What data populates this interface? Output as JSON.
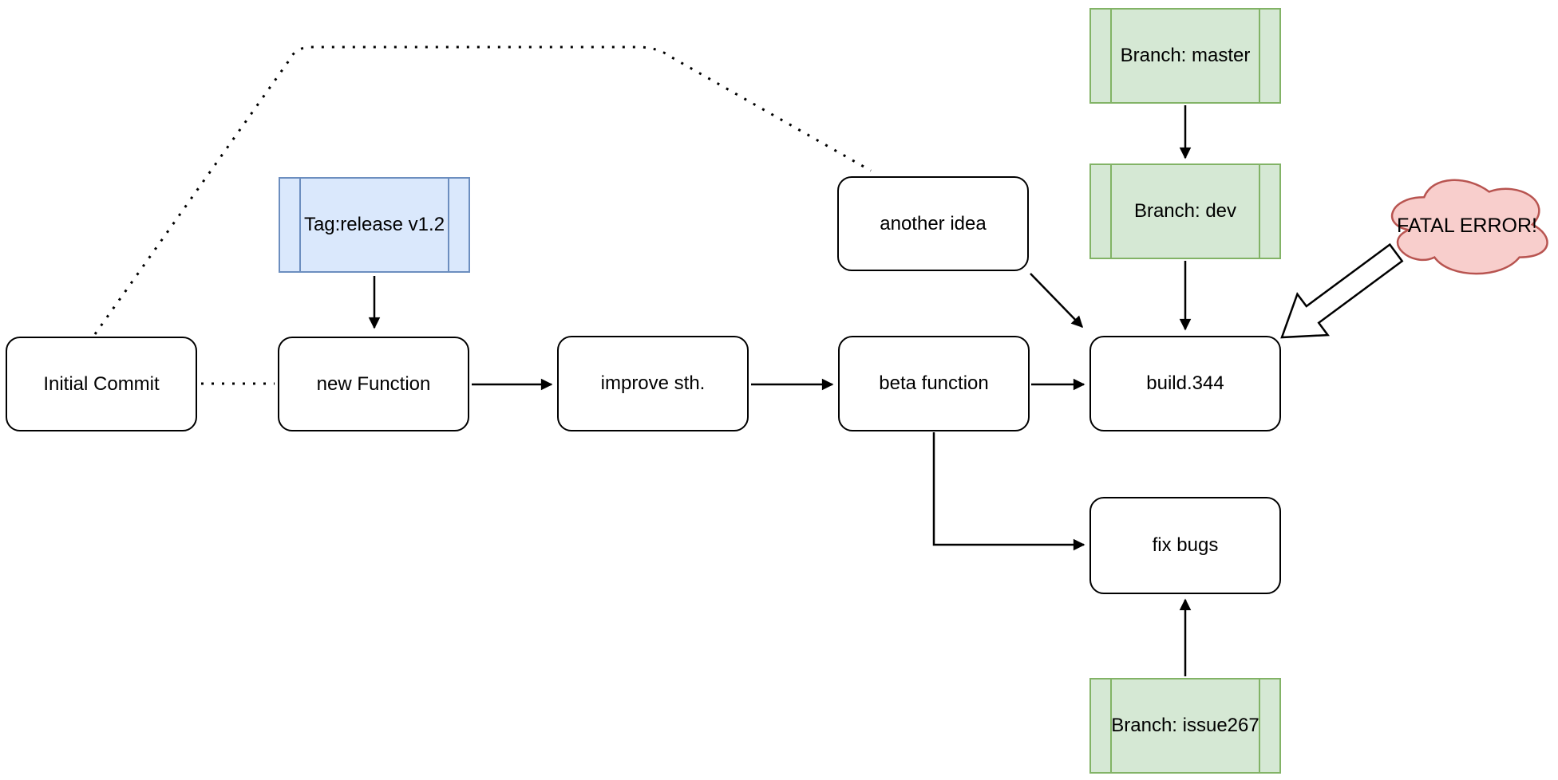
{
  "diagram": {
    "title": "git workflow diagram",
    "nodes": {
      "initial_commit": {
        "label": "Initial Commit",
        "shape": "rounded"
      },
      "tag_release": {
        "label": "Tag:release v1.2",
        "shape": "process",
        "color_role": "tag"
      },
      "new_function": {
        "label": "new Function",
        "shape": "rounded"
      },
      "improve_sth": {
        "label": "improve sth.",
        "shape": "rounded"
      },
      "beta_function": {
        "label": "beta function",
        "shape": "rounded"
      },
      "another_idea": {
        "label": "another idea",
        "shape": "rounded"
      },
      "build_344": {
        "label": "build.344",
        "shape": "rounded"
      },
      "branch_master": {
        "label": "Branch: master",
        "shape": "process",
        "color_role": "branch"
      },
      "branch_dev": {
        "label": "Branch: dev",
        "shape": "process",
        "color_role": "branch"
      },
      "fix_bugs": {
        "label": "fix bugs",
        "shape": "rounded"
      },
      "branch_issue267": {
        "label": "Branch: issue267",
        "shape": "process",
        "color_role": "branch"
      },
      "fatal_error": {
        "label": "FATAL ERROR!",
        "shape": "cloud",
        "color_role": "error"
      }
    },
    "edges": [
      {
        "from": "initial_commit",
        "to": "new_function",
        "style": "dotted",
        "arrowhead": false
      },
      {
        "from": "initial_commit",
        "to": "another_idea",
        "style": "dotted",
        "arrowhead": false
      },
      {
        "from": "tag_release",
        "to": "new_function",
        "style": "solid",
        "arrowhead": true
      },
      {
        "from": "new_function",
        "to": "improve_sth",
        "style": "solid",
        "arrowhead": true
      },
      {
        "from": "improve_sth",
        "to": "beta_function",
        "style": "solid",
        "arrowhead": true
      },
      {
        "from": "beta_function",
        "to": "build_344",
        "style": "solid",
        "arrowhead": true
      },
      {
        "from": "another_idea",
        "to": "build_344",
        "style": "solid",
        "arrowhead": true
      },
      {
        "from": "branch_master",
        "to": "branch_dev",
        "style": "solid",
        "arrowhead": true
      },
      {
        "from": "branch_dev",
        "to": "build_344",
        "style": "solid",
        "arrowhead": true
      },
      {
        "from": "beta_function",
        "to": "fix_bugs",
        "style": "solid-elbow",
        "arrowhead": true
      },
      {
        "from": "branch_issue267",
        "to": "fix_bugs",
        "style": "solid",
        "arrowhead": true
      },
      {
        "from": "fatal_error",
        "to": "build_344",
        "style": "block-arrow",
        "arrowhead": true
      }
    ],
    "colors": {
      "node_fill": "#ffffff",
      "node_border": "#000000",
      "tag_fill": "#dae8fc",
      "tag_border": "#6c8ebf",
      "branch_fill": "#d5e8d4",
      "branch_border": "#82b366",
      "error_fill": "#f8cecc",
      "error_border": "#b85450",
      "edge_stroke": "#000000"
    }
  }
}
